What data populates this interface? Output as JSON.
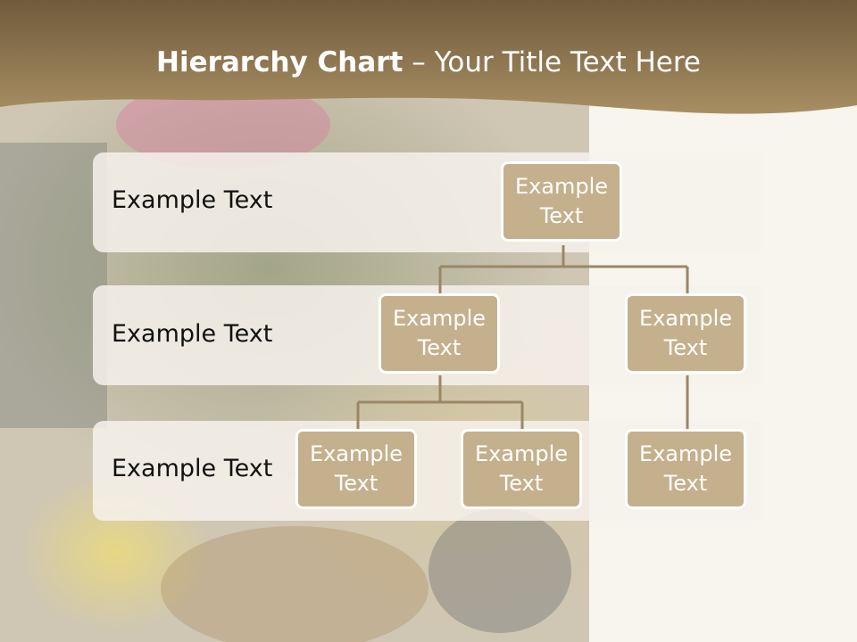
{
  "title": {
    "bold_text": "Hierarchy Chart",
    "rest_text": " – Your Title Text Here"
  },
  "levels": [
    {
      "label": "Example Text"
    },
    {
      "label": "Example Text"
    },
    {
      "label": "Example Text"
    }
  ],
  "nodes": {
    "root": "Example Text",
    "level2_left": "Example Text",
    "level2_right": "Example Text",
    "level3_a": "Example Text",
    "level3_b": "Example Text",
    "level3_c": "Example Text"
  },
  "colors": {
    "header": "#8a7350",
    "node_fill": "#c4b08c",
    "connector": "#9a8766",
    "band": "#f6f1eb"
  }
}
